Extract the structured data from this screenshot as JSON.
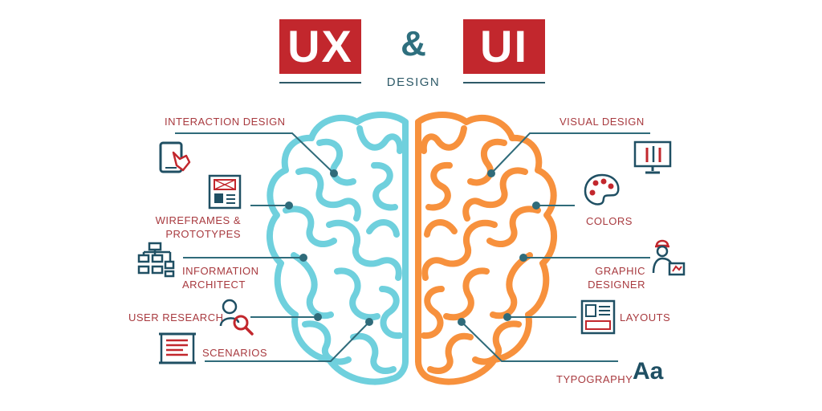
{
  "header": {
    "ux_label": "UX",
    "ampersand": "&",
    "ui_label": "UI",
    "subtitle": "DESIGN"
  },
  "ux_side": {
    "interaction_design": "INTERACTION DESIGN",
    "wireframes_line1": "WIREFRAMES &",
    "wireframes_line2": "PROTOTYPES",
    "information_line1": "INFORMATION",
    "information_line2": "ARCHITECT",
    "user_research": "USER RESEARCH",
    "scenarios": "SCENARIOS"
  },
  "ui_side": {
    "visual_design": "VISUAL DESIGN",
    "colors": "COLORS",
    "graphic_line1": "GRAPHIC",
    "graphic_line2": "DESIGNER",
    "layouts": "LAYOUTS",
    "typography": "TYPOGRAPHY",
    "typography_glyph": "Aa"
  },
  "icons": {
    "interaction": "tablet-touch-icon",
    "wireframes": "wireframe-document-icon",
    "information": "sitemap-icon",
    "user_research": "user-search-icon",
    "scenarios": "scroll-document-icon",
    "visual": "monitor-tools-icon",
    "colors": "palette-icon",
    "graphic": "designer-icon",
    "layouts": "layout-icon"
  },
  "colors": {
    "title_red": "#c2272d",
    "label_red": "#a83a3f",
    "teal_dark": "#1f4f63",
    "left_brain": "#6fd0dd",
    "right_brain": "#f7913d",
    "connector": "#2f6b7a"
  }
}
